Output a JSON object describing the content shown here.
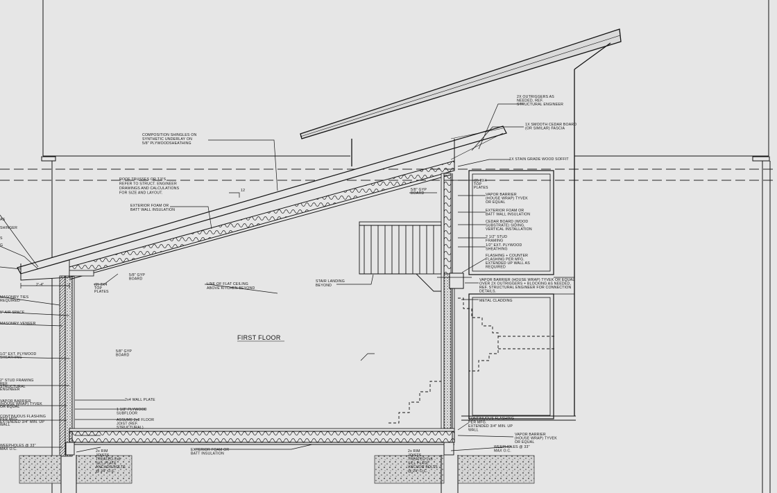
{
  "room_label": "FIRST FLOOR",
  "dim_overhang": "2'-4\"",
  "slope_marker": "12",
  "notes": {
    "shingles": [
      "COMPOSITION SHINGLES ON",
      "SYNTHETIC UNDERLAY ON",
      "5/8\" PLYWOODSHEATHING"
    ],
    "trusses": [
      "ROOF TRUSSES OR TJI'S",
      "REFER TO STRUCT. ENGINEER",
      "DRAWINGS AND CALCULATIONS",
      "FOR SIZE AND LAYOUT."
    ],
    "roof_insulation": [
      "EXTERIOR FOAM OR",
      "BATT WALL INSULATION"
    ],
    "gyp_ceiling": [
      "5/8\" GYP",
      "BOARD"
    ],
    "plates_left": [
      "(2) 2X4",
      "TOP",
      "PLATES"
    ],
    "flat_ceiling": [
      "LINE OF FLAT CEILING",
      "ABOVE KITCHEN BEYOND"
    ],
    "stair_landing": [
      "STAIR LANDING",
      "BEYOND"
    ],
    "gyp_wall": [
      "5/8\" GYP",
      "BOARD"
    ],
    "wall_plate": [
      "2x4 WALL PLATE"
    ],
    "subfloor": [
      "1 1/8\" PLYWOOD",
      "SUBFLOOR"
    ],
    "floor_joist": [
      "ASSUME 2x8 FLOOR",
      "JOIST (REF.",
      "STRUCTURAL)"
    ],
    "floor_insulation": [
      "EXTERIOR FOAM OR",
      "BATT INSULATION"
    ],
    "sill_left": [
      "2x RIM",
      "JOISTS",
      "TREATED 2x6",
      "SILL PLATE",
      "ANCHOR BOLTS",
      "@ 24\" O.C."
    ],
    "sill_right": [
      "2x RIM",
      "JOISTS",
      "TREATED 2x6",
      "SILL PLATE",
      "ANCHOR BOLTS",
      "@ 24\" O.C."
    ],
    "outriggers": [
      "2X OUTRIGGERS AS",
      "NEEDED, REF.",
      "STRUCTURAL ENGINEER"
    ],
    "fascia": [
      "1X SMOOTH CEDAR BOARD",
      "(OR SIMILAR) FASCIA"
    ],
    "soffit": [
      "1X STAIN GRADE WOOD SOFFIT"
    ],
    "plates_right": [
      "(2) 2X4",
      "TOP",
      "PLATES"
    ],
    "gyp_right": [
      "5/8\" GYP",
      "BOARD"
    ],
    "vapor_barrier_1": [
      "VAPOR BARRIER",
      "(HOUSE WRAP) TYVEK",
      "OR EQUAL"
    ],
    "wall_insulation": [
      "EXTERIOR FOAM OR",
      "BATT WALL INSULATION"
    ],
    "cedar_siding": [
      "CEDAR BOARD (WOOD",
      "SUBSTRATE) SIDING,",
      "VERTICAL INSTALLATION"
    ],
    "stud_framing": [
      "2 1/2\" STUD",
      "FRAMING"
    ],
    "ext_plywood": [
      "1/2\" EXT. PLYWOOD",
      "SHEATHING"
    ],
    "flashing": [
      "FLASHING + COUNTER",
      "FLASHING PER MFG.",
      "EXTENDED UP WALL AS",
      "REQUIRED"
    ],
    "vapor_barrier_2": [
      "VAPOR BARRIER (HOUSE WRAP) TYVEK OR EQUAL",
      "OVER 2X OUTRIGGERS + BLOCKING AS NEEDED,",
      "REF. STRUCTURAL ENGINEER FOR CONNECTION",
      "DETAILS."
    ],
    "metal_cladding": [
      "METAL CLADDING"
    ],
    "continuous_flashing": [
      "CONTINUOUS FLASHING",
      "PER MFG.",
      "EXTENDED 3/4\" MIN. UP",
      "WALL"
    ],
    "vapor_barrier_3": [
      "VAPOR BARRIER",
      "(HOUSE WRAP) TYVEK",
      "OR EQUAL"
    ],
    "weepholes_right": [
      "WEEPHOLES @ 33\"",
      "MAX O.C."
    ],
    "left_edge": [
      "AS",
      "SHINGER",
      "S",
      "G",
      "MASONRY TIES",
      "REQUIRED",
      "1\" AIR SPACE",
      "MASONRY VENEER",
      "1/2\" EXT. PLYWOOD",
      "SHEATHING",
      "2\" STUD FRAMING",
      "REF.",
      "STRUCTURAL",
      "ENGINEER",
      "VAPOR BARRIER",
      "(HOUSE WRAP) TYVEK",
      "OR EQUAL",
      "CONTINUOUS FLASHING",
      "PER MFG.",
      "EXTENDED 3/4\" MIN. UP",
      "WALL",
      "WEEPHOLES @ 33\"",
      "MAX O.C."
    ]
  }
}
